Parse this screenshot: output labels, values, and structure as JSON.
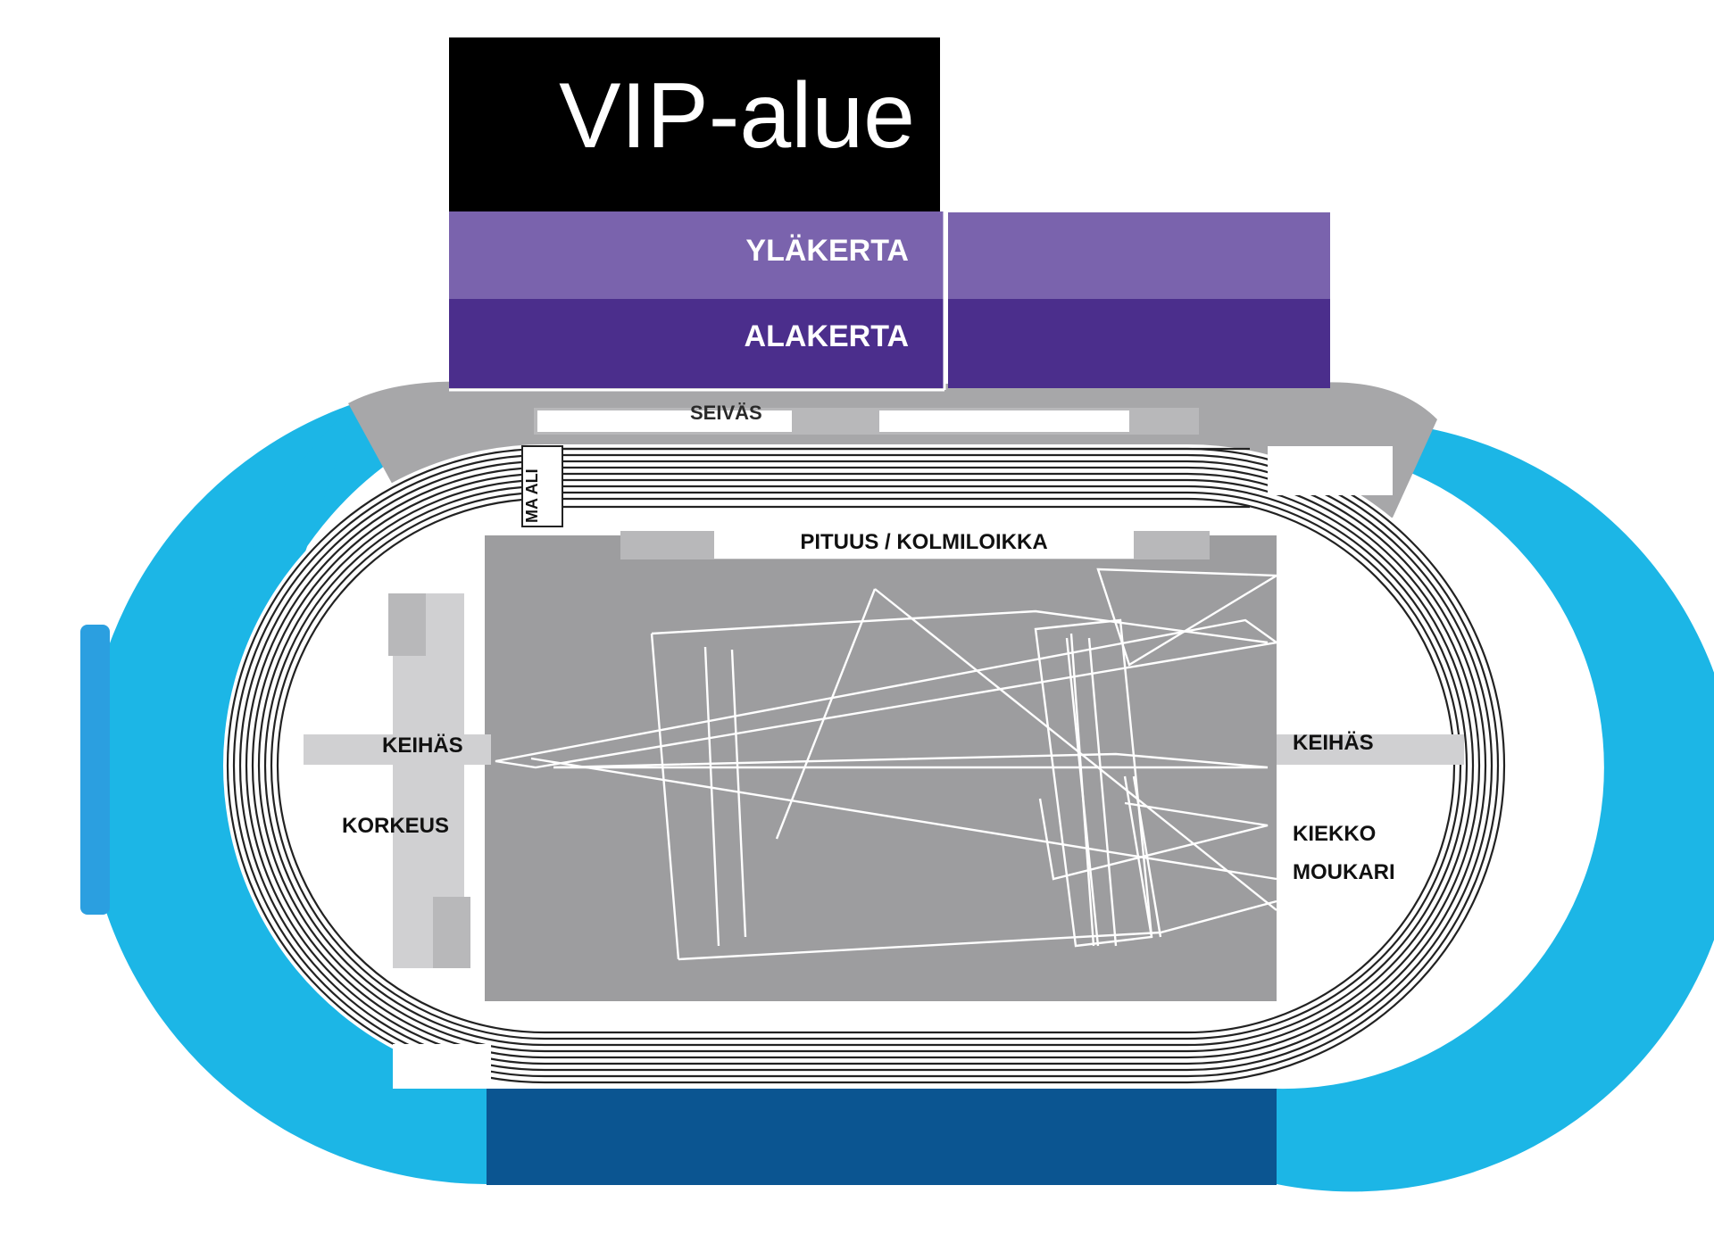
{
  "vip": {
    "title": "VIP-alue"
  },
  "stands": {
    "upper": "YLÄKERTA",
    "lower": "ALAKERTA"
  },
  "events": {
    "pole_vault": "SEIVÄS",
    "hurdles_lane": "MA ALI",
    "long_jump": "PITUUS / KOLMILOIKKA",
    "javelin_left": "KEIHÄS",
    "high_jump": "KORKEUS",
    "javelin_right": "KEIHÄS",
    "discus": "KIEKKO",
    "hammer": "MOUKARI"
  },
  "colors": {
    "vip_black": "#000000",
    "upper_purple": "#7a63ad",
    "lower_purple": "#4b2e8c",
    "side_stands_cyan": "#1cb6e6",
    "home_stand_navy": "#0b5591",
    "field_grey": "#9d9d9f",
    "apron_grey": "#b8b8ba"
  }
}
